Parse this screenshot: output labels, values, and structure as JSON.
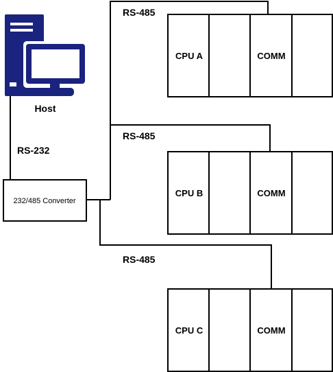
{
  "host": {
    "label": "Host",
    "icon": "computer-icon",
    "icon_color": "#1a237e"
  },
  "host_link_label": "RS-232",
  "converter": {
    "label": "232/485 Converter"
  },
  "bus_label": "RS-485",
  "racks": [
    {
      "bus_label": "RS-485",
      "cpu_label": "CPU A",
      "comm_label": "COMM"
    },
    {
      "bus_label": "RS-485",
      "cpu_label": "CPU B",
      "comm_label": "COMM"
    },
    {
      "bus_label": "RS-485",
      "cpu_label": "CPU C",
      "comm_label": "COMM"
    }
  ],
  "line_color": "#000000"
}
